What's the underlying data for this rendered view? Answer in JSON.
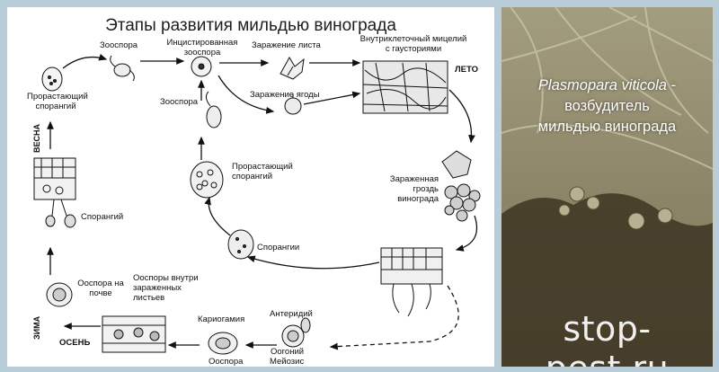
{
  "diagram": {
    "title": "Этапы развития мильдью винограда",
    "labels": {
      "zoospore_top": "Зооспора",
      "encysted": "Инцистированная зооспора",
      "leaf_infection": "Заражение листа",
      "berry_infection": "Заражение ягоды",
      "mycelium": "Внутриклеточный мицелий с гаусториями",
      "summer": "ЛЕТО",
      "germ_sporangium_left": "Прорастающий спорангий",
      "spring": "ВЕСНА",
      "zoospore_mid": "Зооспора",
      "germ_sporangium_mid": "Прорастающий спорангий",
      "infected_cluster": "Зараженная гроздь винограда",
      "sporangium": "Спорангий",
      "sporangia": "Спорангии",
      "oospore_soil": "Ооспора на почве",
      "oospores_leaves": "Ооспоры внутри зараженных листьев",
      "karyogamy": "Кариогамия",
      "antheridium": "Антеридий",
      "oogonium": "Оогоний",
      "meiosis": "Мейозис",
      "winter": "ЗИМА",
      "autumn": "ОСЕНЬ",
      "oospore": "Ооспора"
    }
  },
  "photo": {
    "caption_species": "Plasmopara viticola",
    "caption_dash": " -",
    "caption_line2": "возбудитель",
    "caption_line3": "мильдью винограда",
    "watermark": "stop-pest.ru"
  }
}
